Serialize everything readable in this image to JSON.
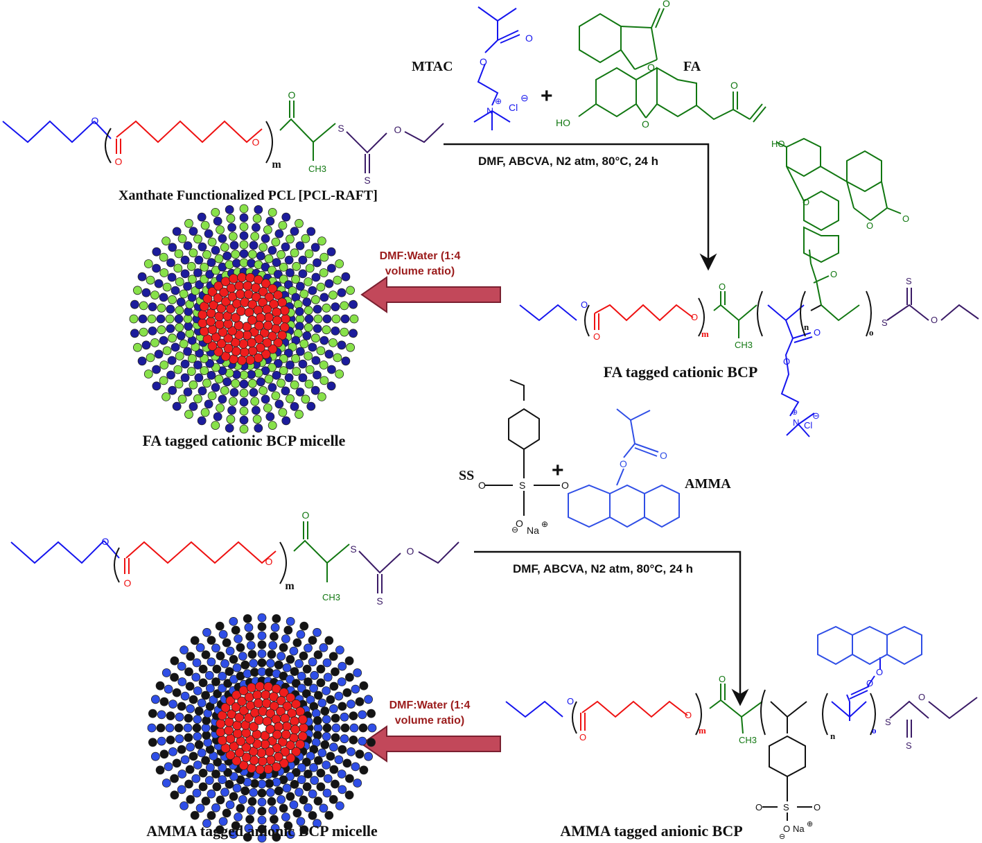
{
  "colors": {
    "blue": "#1515ee",
    "red": "#ee1111",
    "green": "#117711",
    "purple": "#3a1a66",
    "black": "#111111",
    "dark_red": "#9b1c1c",
    "arrow_fill": "#c2485a",
    "arrow_stroke": "#7a2030",
    "dot_red": "#ef1d1d",
    "dot_blue": "#1c1c9c",
    "dot_green": "#88e14a",
    "dot_royal": "#2f4ee6",
    "dot_black": "#141414"
  },
  "reactants_top": {
    "monomer1": "MTAC",
    "monomer2": "FA",
    "counter_anion": "Cl",
    "plus": "+",
    "hydroxyl": "HO",
    "conditions": "DMF, ABCVA, N2 atm, 80°C, 24 h"
  },
  "reactants_bottom": {
    "monomer1": "SS",
    "monomer2": "AMMA",
    "counter_cation": "Na",
    "plus": "+",
    "conditions": "DMF, ABCVA, N2 atm, 80°C, 24 h"
  },
  "macro_raft": {
    "label": "Xanthate Functionalized PCL  [PCL-RAFT]",
    "repeat": "m",
    "methyl": "CH3"
  },
  "polymer_top": {
    "label": "FA tagged cationic BCP",
    "subscripts": [
      "m",
      "n",
      "o"
    ],
    "hydroxyl": "HO",
    "methyl": "CH3",
    "counter_anion": "Cl"
  },
  "polymer_bottom": {
    "label": "AMMA tagged anionic BCP",
    "subscripts": [
      "m",
      "n",
      "o"
    ],
    "methyl": "CH3",
    "counter_cation": "Na"
  },
  "micelle_top": {
    "label": "FA tagged cationic BCP  micelle",
    "step": [
      "DMF:Water (1:4",
      "volume ratio)"
    ],
    "corona_colors": [
      "blue",
      "green"
    ]
  },
  "micelle_bottom": {
    "label": "AMMA tagged anionic BCP  micelle",
    "step": [
      "DMF:Water (1:4",
      "volume ratio)"
    ],
    "corona_colors": [
      "black",
      "royal"
    ]
  },
  "atoms": {
    "O": "O",
    "S": "S",
    "N": "N",
    "plus_charge": "⊕",
    "minus_charge": "⊖"
  }
}
